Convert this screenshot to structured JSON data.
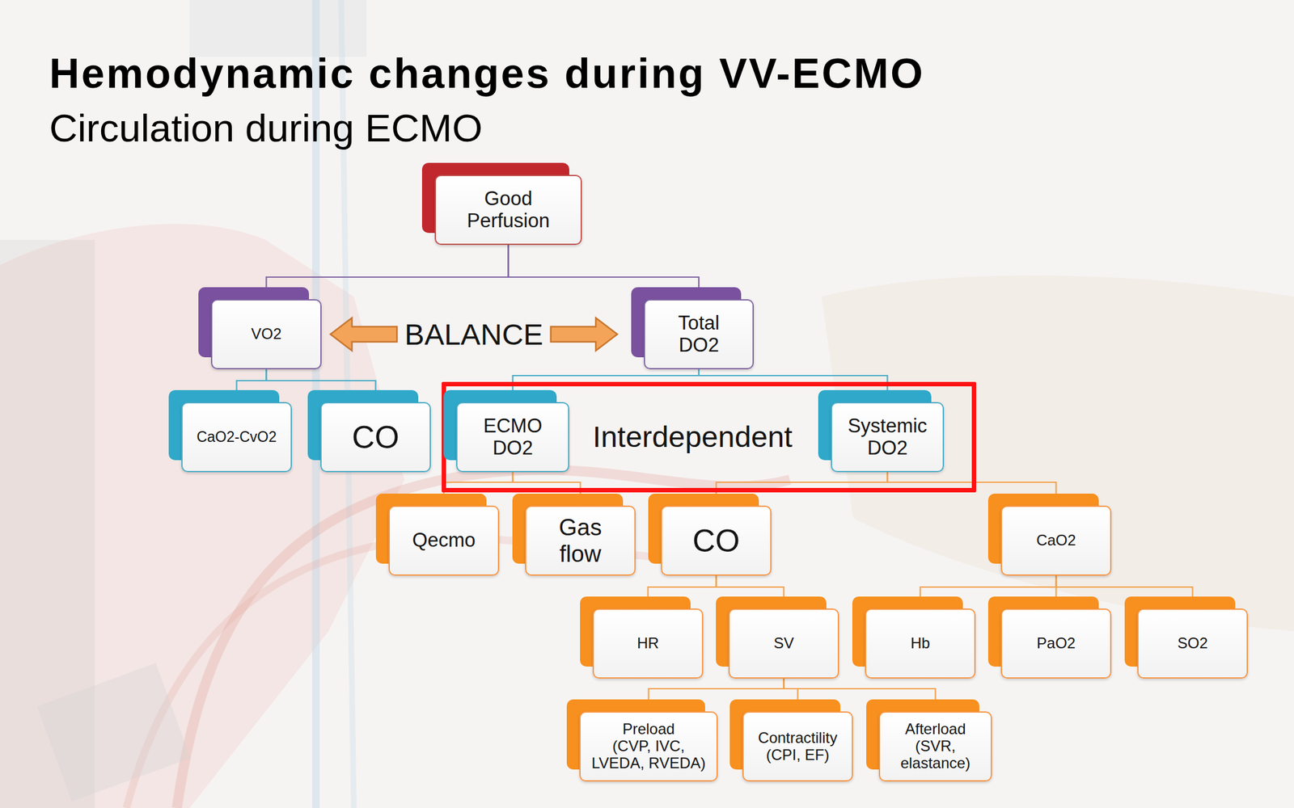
{
  "diagram": {
    "title": "Hemodynamic changes during VV-ECMO",
    "nodes": [
      {
        "text": [
          "Good Perfusion"
        ]
      },
      {
        "text": [
          "VO2"
        ]
      },
      {
        "text": [
          "Total DO2"
        ]
      },
      {
        "text": [
          "CaO2-CvO2"
        ]
      },
      {
        "text": [
          "CO"
        ]
      },
      {
        "text": [
          "Interdependent"
        ]
      },
      {
        "text": [
          "ECMO DO2"
        ],
        "in": 5
      },
      {
        "text": [
          "Systemic DO2"
        ],
        "in": 5
      },
      {
        "text": [
          "Qecmo"
        ]
      },
      {
        "text": [
          "Gas flow"
        ]
      },
      {
        "text": [
          "CO"
        ]
      },
      {
        "text": [
          "CaO2"
        ]
      },
      {
        "text": [
          "HR"
        ]
      },
      {
        "text": [
          "SV"
        ]
      },
      {
        "text": [
          "Hb"
        ]
      },
      {
        "text": [
          "PaO2"
        ]
      },
      {
        "text": [
          "SO2"
        ]
      },
      {
        "text": [
          "Preload",
          "(CVP, IVC, LVEDA, RVEDA)"
        ]
      },
      {
        "text": [
          "Contractility",
          "(CPI, EF)"
        ]
      },
      {
        "text": [
          "Afterload",
          "(SVR, elastance)"
        ]
      }
    ],
    "edges": [
      {
        "from": 0,
        "to": 1,
        "arrow": "none"
      },
      {
        "from": 0,
        "to": 2,
        "arrow": "none"
      },
      {
        "from": 1,
        "to": 2,
        "label": "BALANCE",
        "arrow": "both"
      },
      {
        "from": 1,
        "to": 3,
        "arrow": "none"
      },
      {
        "from": 1,
        "to": 4,
        "arrow": "none"
      },
      {
        "from": 2,
        "to": 6,
        "arrow": "none"
      },
      {
        "from": 2,
        "to": 7,
        "arrow": "none"
      },
      {
        "from": 6,
        "to": 8,
        "arrow": "none"
      },
      {
        "from": 6,
        "to": 9,
        "arrow": "none"
      },
      {
        "from": 7,
        "to": 10,
        "arrow": "none"
      },
      {
        "from": 7,
        "to": 11,
        "arrow": "none"
      },
      {
        "from": 10,
        "to": 12,
        "arrow": "none"
      },
      {
        "from": 10,
        "to": 13,
        "arrow": "none"
      },
      {
        "from": 11,
        "to": 14,
        "arrow": "none"
      },
      {
        "from": 11,
        "to": 15,
        "arrow": "none"
      },
      {
        "from": 11,
        "to": 16,
        "arrow": "none"
      },
      {
        "from": 13,
        "to": 17,
        "arrow": "none"
      },
      {
        "from": 13,
        "to": 18,
        "arrow": "none"
      },
      {
        "from": 13,
        "to": 19,
        "arrow": "none"
      }
    ],
    "labels": [
      "Circulation during ECMO"
    ]
  }
}
